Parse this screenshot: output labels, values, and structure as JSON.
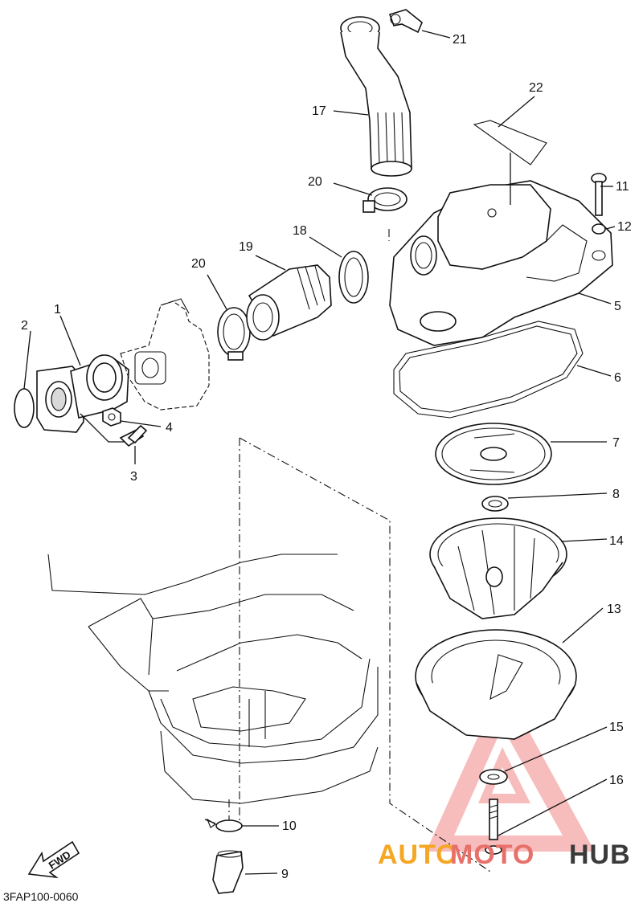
{
  "diagram": {
    "ref_code": "3FAP100-0060",
    "fwd_label": "FWD",
    "watermark": {
      "text_a": "AUTO",
      "text_b": "MOTO",
      "text_c": "HUB",
      "color_a": "#f5a623",
      "color_b": "#e8706a",
      "color_c": "#3a3a3a",
      "triangle_color": "#f4a6a6"
    },
    "callouts": [
      {
        "id": "1",
        "label": "1"
      },
      {
        "id": "2",
        "label": "2"
      },
      {
        "id": "3",
        "label": "3"
      },
      {
        "id": "4",
        "label": "4"
      },
      {
        "id": "5",
        "label": "5"
      },
      {
        "id": "6",
        "label": "6"
      },
      {
        "id": "7",
        "label": "7"
      },
      {
        "id": "8",
        "label": "8"
      },
      {
        "id": "9",
        "label": "9"
      },
      {
        "id": "10",
        "label": "10"
      },
      {
        "id": "11",
        "label": "11"
      },
      {
        "id": "12",
        "label": "12"
      },
      {
        "id": "13",
        "label": "13"
      },
      {
        "id": "14",
        "label": "14"
      },
      {
        "id": "15",
        "label": "15"
      },
      {
        "id": "16",
        "label": "16"
      },
      {
        "id": "17",
        "label": "17"
      },
      {
        "id": "18",
        "label": "18"
      },
      {
        "id": "19",
        "label": "19"
      },
      {
        "id": "20a",
        "label": "20"
      },
      {
        "id": "20b",
        "label": "20"
      },
      {
        "id": "21",
        "label": "21"
      },
      {
        "id": "22",
        "label": "22"
      }
    ]
  }
}
